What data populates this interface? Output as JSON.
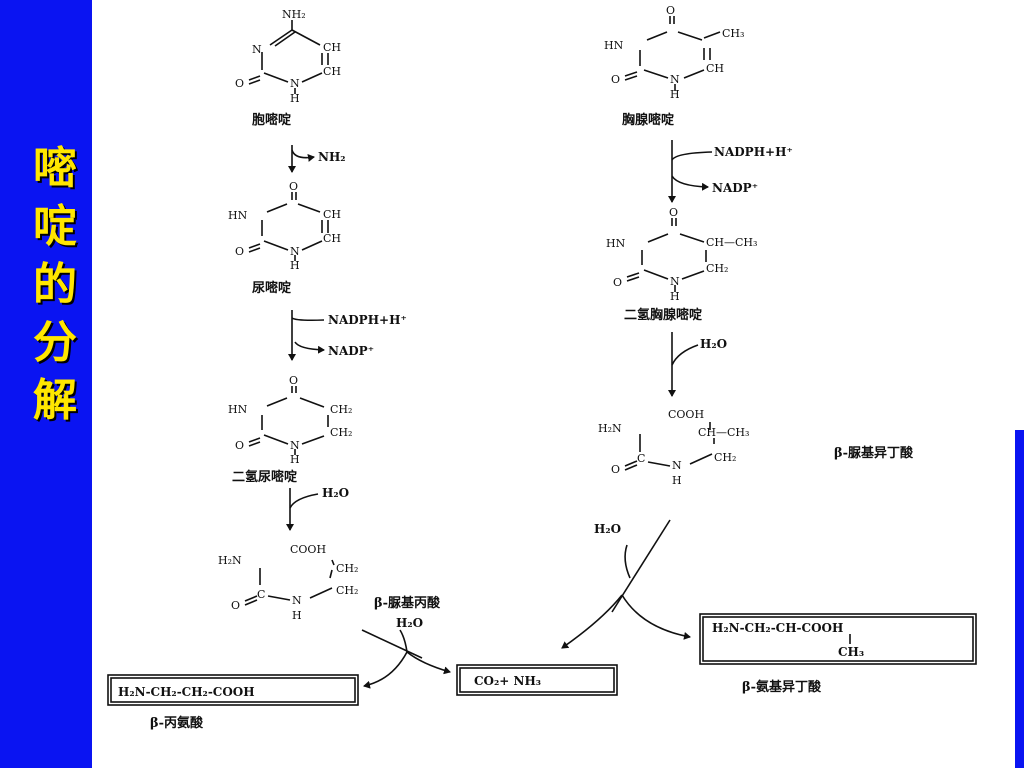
{
  "slide": {
    "title": [
      "嘧",
      "啶",
      "的",
      "分",
      "解"
    ]
  },
  "left_pathway": {
    "cytosine": {
      "name": "胞嘧啶",
      "labels": [
        "NH₂",
        "N",
        "CH",
        "CH",
        "O",
        "N",
        "H"
      ]
    },
    "step1_byproduct": "NH₂",
    "uracil": {
      "name": "尿嘧啶",
      "labels": [
        "O",
        "HN",
        "CH",
        "CH",
        "O",
        "N",
        "H"
      ]
    },
    "step2_reagent": "NADPH+H⁺",
    "step2_product": "NADP⁺",
    "dihydrouracil": {
      "name": "二氢尿嘧啶",
      "labels": [
        "O",
        "HN",
        "CH₂",
        "CH₂",
        "O",
        "N",
        "H"
      ]
    },
    "step3_reagent": "H₂O",
    "ureidopropionate": {
      "name": "β-脲基丙酸",
      "labels": [
        "H₂N",
        "COOH",
        "CH₂",
        "CH₂",
        "O",
        "C",
        "N",
        "H"
      ]
    },
    "step4_reagent": "H₂O",
    "final_product": "H₂N-CH₂-CH₂-COOH",
    "final_name": "β-丙氨酸"
  },
  "right_pathway": {
    "thymine": {
      "name": "胸腺嘧啶",
      "labels": [
        "O",
        "HN",
        "CH₃",
        "CH",
        "O",
        "N",
        "H"
      ]
    },
    "step1_reagent": "NADPH+H⁺",
    "step1_product": "NADP⁺",
    "dihydrothymine": {
      "name": "二氢胸腺嘧啶",
      "labels": [
        "O",
        "HN",
        "CH—CH₃",
        "CH₂",
        "O",
        "N",
        "H"
      ]
    },
    "step2_reagent": "H₂O",
    "ureidoisobutyrate": {
      "name": "β-脲基异丁酸",
      "labels": [
        "H₂N",
        "COOH",
        "CH—CH₃",
        "CH₂",
        "O",
        "C",
        "N",
        "H"
      ]
    },
    "step3_reagent": "H₂O",
    "final_product_main": "H₂N-CH₂-CH-COOH",
    "final_product_sub": "CH₃",
    "final_name": "β-氨基异丁酸"
  },
  "common_product": "CO₂+ NH₃"
}
